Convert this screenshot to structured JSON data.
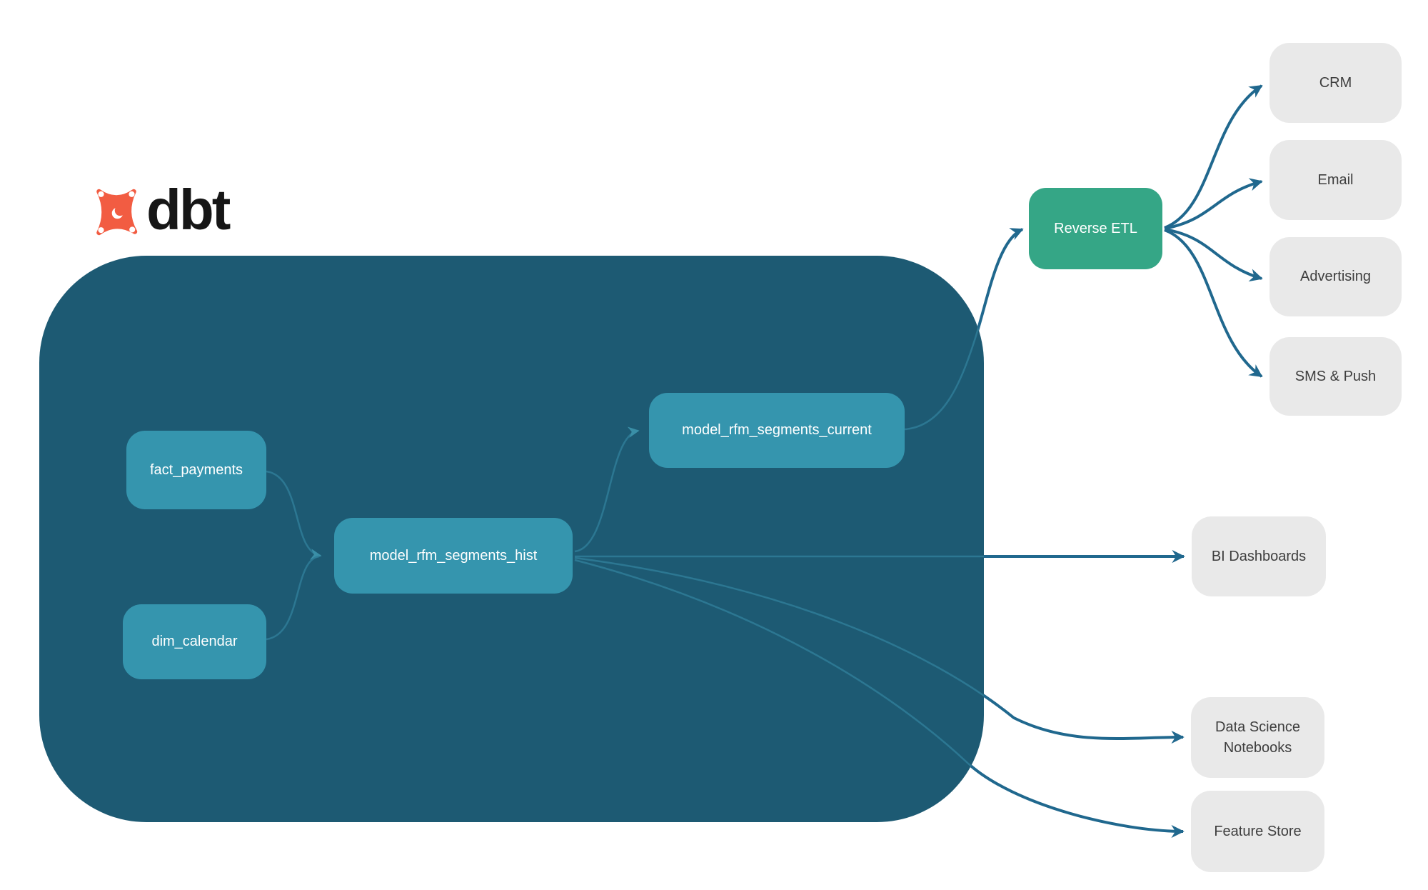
{
  "brand": {
    "wordmark": "dbt"
  },
  "colors": {
    "container": "#1d5a73",
    "model_node": "#3595ae",
    "reverse_etl_node": "#35a686",
    "destination_node": "#e9e9e9",
    "destination_text": "#3e3e3e",
    "node_text": "#ffffff",
    "edge_outer": "#20688e",
    "edge_inner": "#2f7d98",
    "edge_inner_arrow": "#4099b1",
    "brand_orange": "#f25c42",
    "wordmark_text": "#161616",
    "background": "#ffffff"
  },
  "nodes": {
    "fact_payments": {
      "label": "fact_payments"
    },
    "dim_calendar": {
      "label": "dim_calendar"
    },
    "model_rfm_segments_hist": {
      "label": "model_rfm_segments_hist"
    },
    "model_rfm_segments_current": {
      "label": "model_rfm_segments_current"
    },
    "reverse_etl": {
      "label": "Reverse ETL"
    },
    "crm": {
      "label": "CRM"
    },
    "email": {
      "label": "Email"
    },
    "advertising": {
      "label": "Advertising"
    },
    "sms_push": {
      "label": "SMS & Push"
    },
    "bi_dashboards": {
      "label": "BI Dashboards"
    },
    "data_science_notebooks": {
      "label": "Data Science Notebooks"
    },
    "feature_store": {
      "label": "Feature Store"
    }
  },
  "edges": [
    {
      "from": "fact_payments",
      "to": "model_rfm_segments_hist"
    },
    {
      "from": "dim_calendar",
      "to": "model_rfm_segments_hist"
    },
    {
      "from": "model_rfm_segments_hist",
      "to": "model_rfm_segments_current"
    },
    {
      "from": "model_rfm_segments_current",
      "to": "reverse_etl"
    },
    {
      "from": "model_rfm_segments_hist",
      "to": "bi_dashboards"
    },
    {
      "from": "model_rfm_segments_hist",
      "to": "data_science_notebooks"
    },
    {
      "from": "model_rfm_segments_hist",
      "to": "feature_store"
    },
    {
      "from": "reverse_etl",
      "to": "crm"
    },
    {
      "from": "reverse_etl",
      "to": "email"
    },
    {
      "from": "reverse_etl",
      "to": "advertising"
    },
    {
      "from": "reverse_etl",
      "to": "sms_push"
    }
  ]
}
